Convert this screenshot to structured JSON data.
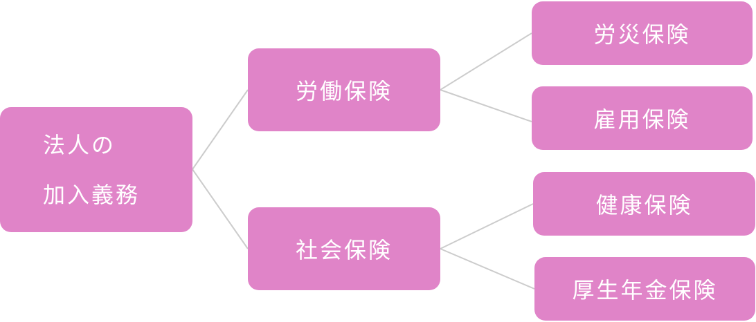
{
  "diagram": {
    "root": {
      "line1": "法人の",
      "line2": "加入義務"
    },
    "branches": [
      {
        "label": "労働保険",
        "children": [
          "労災保険",
          "雇用保険"
        ]
      },
      {
        "label": "社会保険",
        "children": [
          "健康保険",
          "厚生年金保険"
        ]
      }
    ]
  },
  "colors": {
    "node_fill": "#e084c8",
    "node_text": "#ffffff",
    "connector": "#cccccc"
  }
}
